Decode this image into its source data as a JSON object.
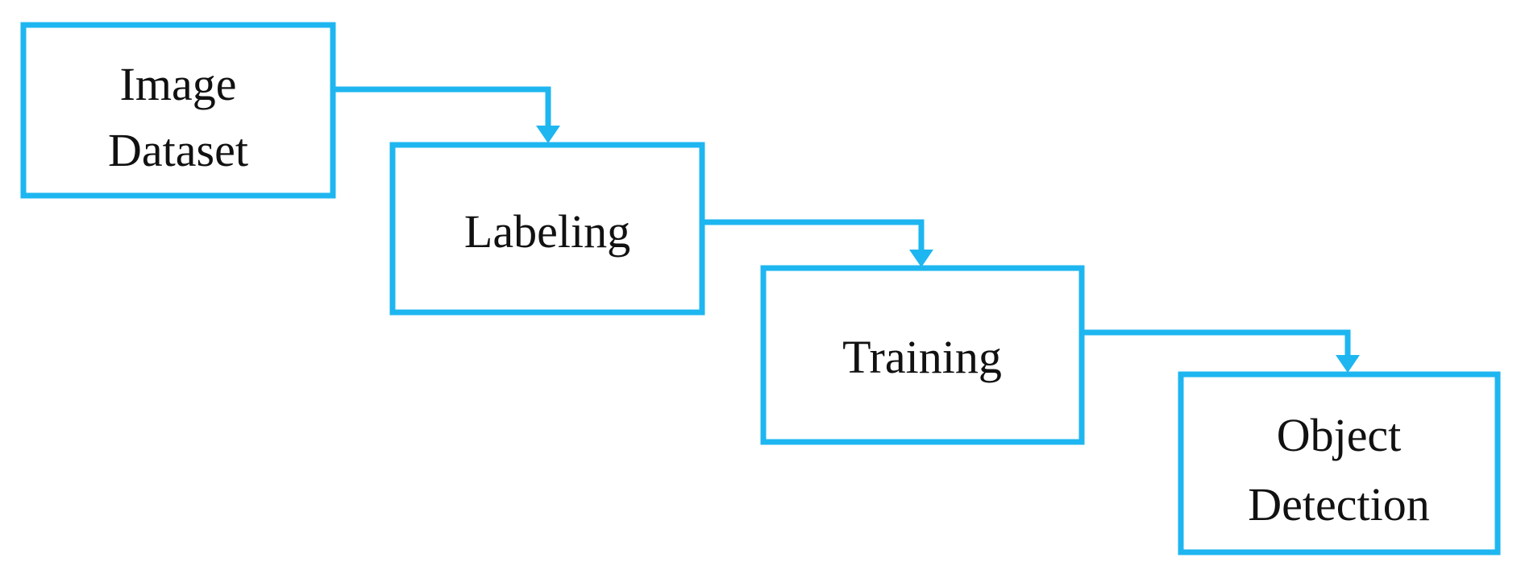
{
  "diagram": {
    "accent_color": "#1EB6F0",
    "steps": [
      {
        "line1": "Image",
        "line2": "Dataset"
      },
      {
        "line1": "Labeling",
        "line2": ""
      },
      {
        "line1": "Training",
        "line2": ""
      },
      {
        "line1": "Object",
        "line2": "Detection"
      }
    ]
  }
}
